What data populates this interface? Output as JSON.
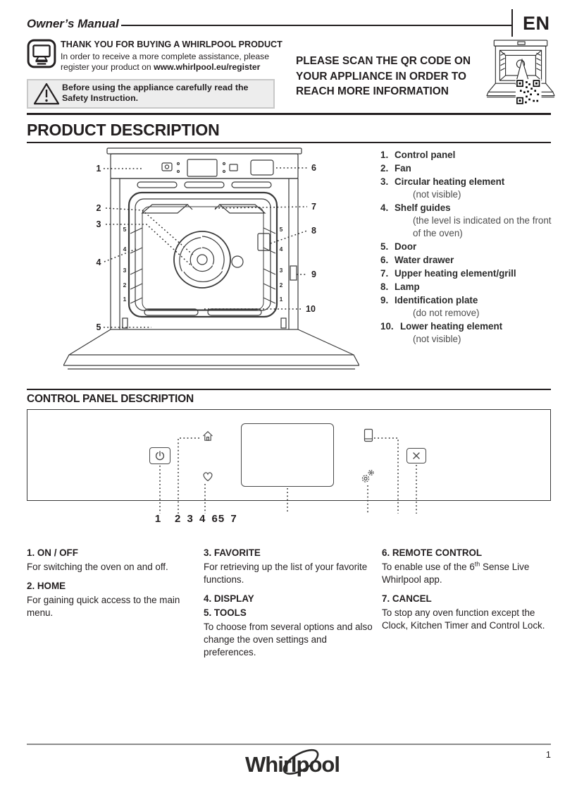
{
  "header": {
    "doc_title": "Owner’s Manual",
    "language": "EN",
    "thank_you": {
      "title": "THANK YOU FOR BUYING A WHIRLPOOL PRODUCT",
      "line1": "In order to receive a more complete assistance, please",
      "line2_prefix": "register your product on ",
      "register_url": "www.whirlpool.eu/register"
    },
    "safety_notice": "Before using the appliance carefully read the Safety Instruction.",
    "qr_note_lines": [
      "PLEASE SCAN THE QR CODE ON",
      "YOUR APPLIANCE IN ORDER TO",
      "REACH MORE INFORMATION"
    ]
  },
  "product_description": {
    "title": "PRODUCT DESCRIPTION",
    "parts": [
      {
        "num": "1.",
        "label": "Control panel",
        "note": ""
      },
      {
        "num": "2.",
        "label": "Fan",
        "note": ""
      },
      {
        "num": "3.",
        "label": "Circular heating element",
        "note": "(not visible)"
      },
      {
        "num": "4.",
        "label": "Shelf guides",
        "note": "(the level is indicated on the front of the oven)"
      },
      {
        "num": "5.",
        "label": "Door",
        "note": ""
      },
      {
        "num": "6.",
        "label": "Water drawer",
        "note": ""
      },
      {
        "num": "7.",
        "label": "Upper heating element/grill",
        "note": ""
      },
      {
        "num": "8.",
        "label": "Lamp",
        "note": ""
      },
      {
        "num": "9.",
        "label": "Identification plate",
        "note": "(do not remove)"
      },
      {
        "num": "10.",
        "label": "Lower heating element",
        "note": "(not visible)"
      }
    ],
    "diagram": {
      "callouts": [
        "1",
        "2",
        "3",
        "4",
        "5",
        "6",
        "7",
        "8",
        "9",
        "10"
      ],
      "shelf_levels": [
        "5",
        "4",
        "3",
        "2",
        "1"
      ]
    }
  },
  "control_panel": {
    "title": "CONTROL PANEL DESCRIPTION",
    "icons": [
      "power",
      "home",
      "favorite-heart",
      "display",
      "remote-phone",
      "tools-gears",
      "cancel-x"
    ],
    "callout_first": "1",
    "callout_rest": "2 3 4 65 7"
  },
  "legend": {
    "col1": [
      {
        "heading": "1. ON / OFF",
        "body": "For switching the oven on and off."
      },
      {
        "heading": "2. HOME",
        "body": "For gaining quick access to the main menu."
      }
    ],
    "col2": [
      {
        "heading": "3. FAVORITE",
        "body": "For retrieving up the list of your favorite functions."
      },
      {
        "heading": "4. DISPLAY",
        "body": ""
      },
      {
        "heading": "5. TOOLS",
        "body": "To choose from several options and also change the oven settings and preferences."
      }
    ],
    "col3_remote": {
      "heading": "6. REMOTE CONTROL",
      "body_before": "To enable use of the 6",
      "body_sup": "th",
      "body_after": " Sense Live Whirlpool app."
    },
    "col3_cancel": {
      "heading": "7. CANCEL",
      "body": "To stop any oven function except the Clock, Kitchen Timer and Control Lock."
    }
  },
  "footer": {
    "brand": "Whirlpool",
    "page_number": "1"
  },
  "colors": {
    "text": "#231f20",
    "note_gray": "#4d4d4d",
    "warn_bg": "#ededed",
    "warn_border": "#c8c8c8",
    "footer_line": "#8c8c8c"
  }
}
